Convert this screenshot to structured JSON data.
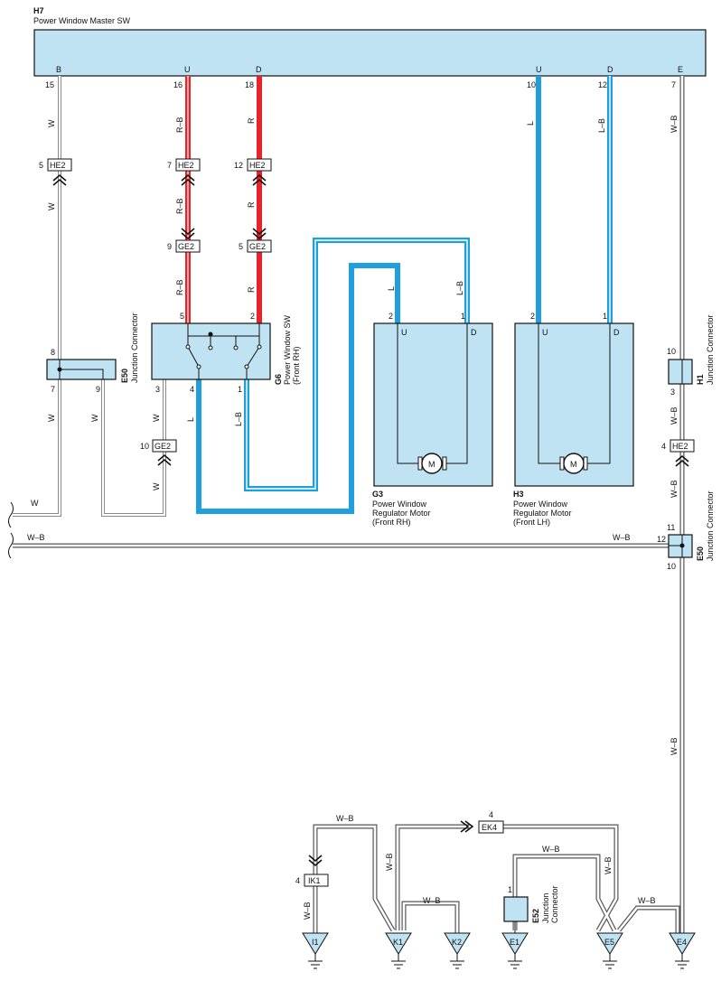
{
  "master_switch": {
    "code": "H7",
    "name": "Power Window Master SW",
    "terminals": [
      "B",
      "U",
      "D",
      "U",
      "D",
      "E"
    ],
    "pins": [
      "15",
      "16",
      "18",
      "10",
      "12",
      "7"
    ]
  },
  "wire_colors": {
    "W": "W",
    "RB": "R–B",
    "R": "R",
    "L": "L",
    "LB": "L–B",
    "WB": "W–B"
  },
  "colors": {
    "red_wire": "#e8232a",
    "blue_wire": "#1fa0dc",
    "component_fill": "#bfe3f3",
    "white_wire": "#8a8a8a"
  },
  "connectors": {
    "HE2": "HE2",
    "GE2": "GE2",
    "EK4": "EK4",
    "IK1": "IK1",
    "pins": {
      "he2_w": "5",
      "he2_rb": "7",
      "he2_r": "12",
      "he2_wb": "4",
      "ge2_rb": "9",
      "ge2_r": "5",
      "ge2_w": "10",
      "ek4": "4",
      "ik1": "4"
    }
  },
  "junction_e50_left": {
    "code": "E50",
    "name": "Junction Connector",
    "pins": [
      "8",
      "7",
      "9"
    ]
  },
  "junction_e50_right": {
    "code": "E50",
    "name": "Junction Connector",
    "pins": [
      "11",
      "12",
      "10"
    ]
  },
  "junction_h1": {
    "code": "H1",
    "name": "Junction Connector",
    "pins": [
      "10",
      "3"
    ]
  },
  "junction_e52": {
    "code": "E52",
    "name_line1": "Junction",
    "name_line2": "Connector",
    "pin": "1"
  },
  "switch_g6": {
    "code": "G6",
    "name_line1": "Power Window SW",
    "name_line2": "(Front RH)",
    "pins": [
      "5",
      "2",
      "3",
      "4",
      "1"
    ]
  },
  "motor_g3": {
    "code": "G3",
    "line1": "Power Window",
    "line2": "Regulator Motor",
    "line3": "(Front RH)",
    "pins": [
      "2",
      "1"
    ],
    "terminals": [
      "U",
      "D"
    ],
    "symbol": "M"
  },
  "motor_h3": {
    "code": "H3",
    "line1": "Power Window",
    "line2": "Regulator Motor",
    "line3": "(Front LH)",
    "pins": [
      "2",
      "1"
    ],
    "terminals": [
      "U",
      "D"
    ],
    "symbol": "M"
  },
  "grounds": [
    "I1",
    "K1",
    "K2",
    "E1",
    "E5",
    "E4"
  ]
}
